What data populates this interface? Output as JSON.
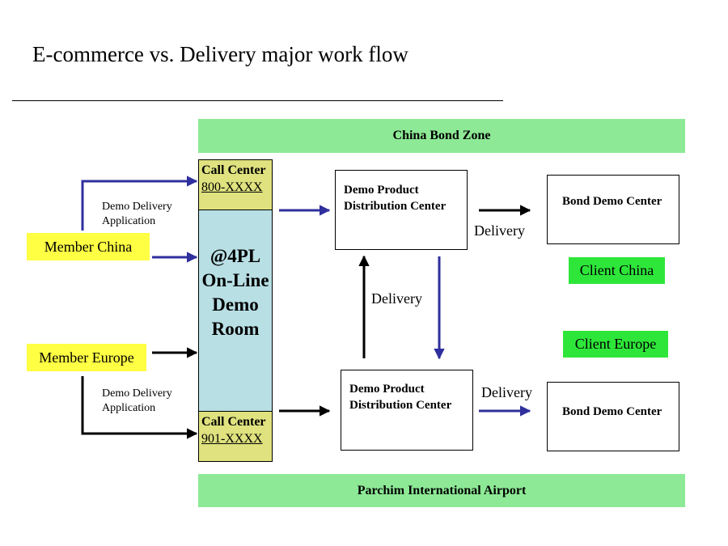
{
  "title": "E-commerce vs. Delivery major work flow",
  "zones": {
    "top": "China Bond Zone",
    "bottom": "Parchim International Airport"
  },
  "call_center_top": {
    "title": "Call Center",
    "number": "800-XXXX"
  },
  "call_center_bottom": {
    "title": "Call Center",
    "number": "901-XXXX"
  },
  "room": {
    "line1": "@4PL",
    "line2": "On-Line",
    "line3": "Demo",
    "line4": "Room"
  },
  "members": {
    "china": "Member China",
    "europe": "Member Europe"
  },
  "application": {
    "line1": "Demo Delivery",
    "line2": "Application"
  },
  "distribution_center": {
    "line1": "Demo Product",
    "line2": "Distribution Center"
  },
  "bond_center": "Bond Demo Center",
  "clients": {
    "china": "Client China",
    "europe": "Client Europe"
  },
  "delivery_label": "Delivery",
  "colors": {
    "zone_band": "#8de996",
    "call_center": "#dfe27e",
    "demo_room": "#b8dfe4",
    "member_tag": "#ffff44",
    "client_tag": "#2ee63a",
    "arrow_blue": "#2f2f9e",
    "arrow_black": "#000000"
  }
}
